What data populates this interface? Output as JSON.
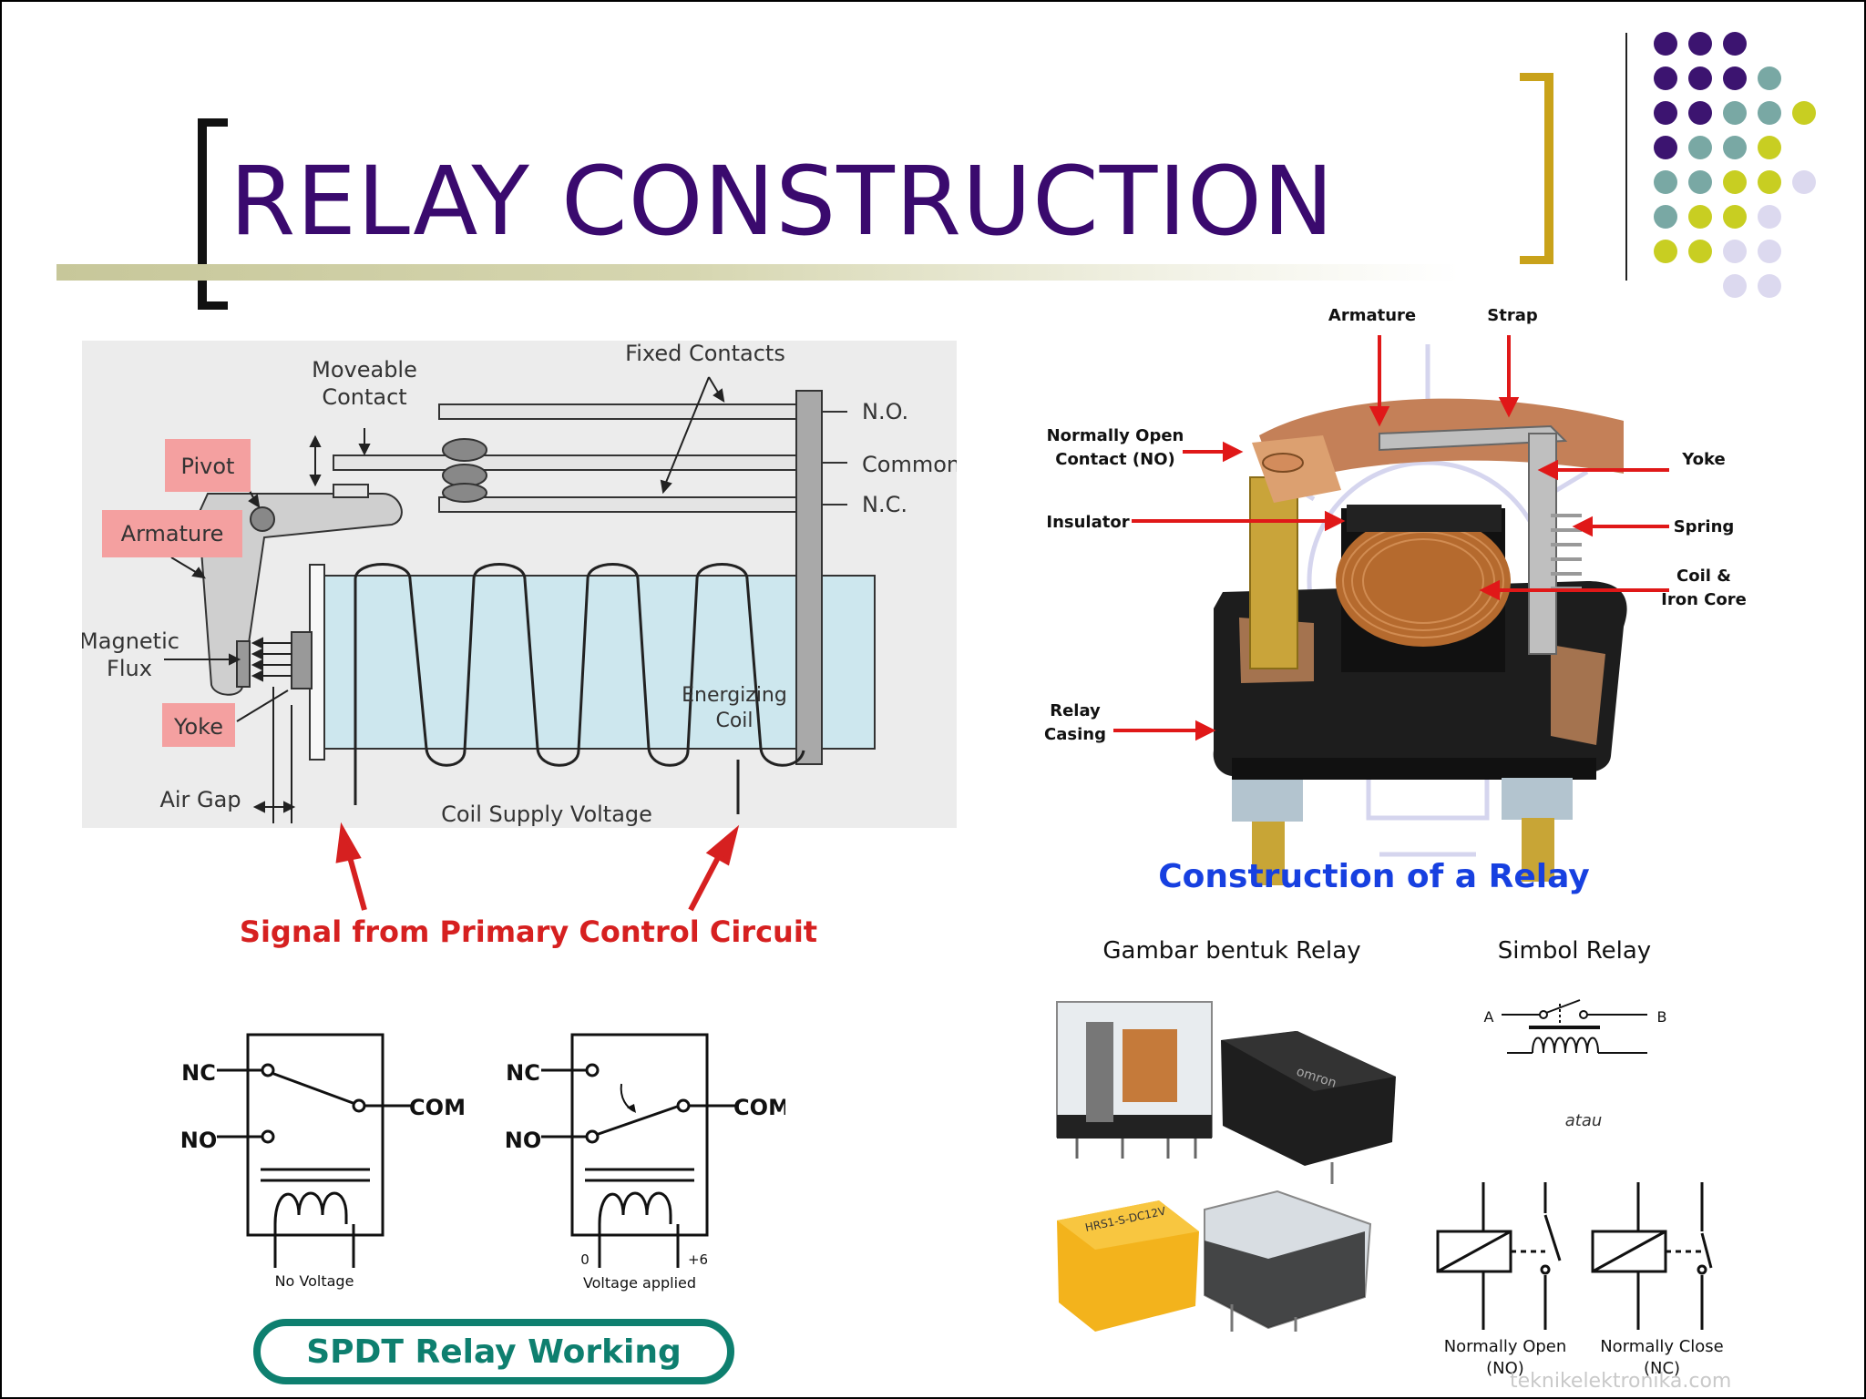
{
  "slide": {
    "title": "RELAY CONSTRUCTION",
    "colors": {
      "title": "#3a0a6e",
      "bracket_left": "#111111",
      "bracket_right": "#c9a21a",
      "purple": "#3c1470",
      "teal": "#79a8a4",
      "yellow": "#c8ce22",
      "lavender": "#dcd9ef"
    }
  },
  "diagram_main": {
    "labels": {
      "moveable_contact_1": "Moveable",
      "moveable_contact_2": "Contact",
      "fixed_contacts": "Fixed Contacts",
      "no": "N.O.",
      "common": "Common",
      "nc": "N.C.",
      "pivot": "Pivot",
      "armature": "Armature",
      "magnetic_flux_1": "Magnetic",
      "magnetic_flux_2": "Flux",
      "yoke": "Yoke",
      "energizing_coil_1": "Energizing",
      "energizing_coil_2": "Coil",
      "air_gap": "Air Gap",
      "coil_supply_voltage": "Coil Supply Voltage",
      "signal": "Signal from Primary Control Circuit"
    }
  },
  "diagram_photo": {
    "labels": {
      "armature": "Armature",
      "strap": "Strap",
      "no_contact_1": "Normally Open",
      "no_contact_2": "Contact (NO)",
      "insulator": "Insulator",
      "yoke": "Yoke",
      "spring": "Spring",
      "coil_1": "Coil &",
      "coil_2": "Iron Core",
      "casing_1": "Relay",
      "casing_2": "Casing"
    },
    "caption": "Construction of a Relay"
  },
  "spdt": {
    "left": {
      "nc": "NC",
      "no": "NO",
      "com": "COM",
      "caption": "No Voltage"
    },
    "right": {
      "nc": "NC",
      "no": "NO",
      "com": "COM",
      "zero": "0",
      "plus": "+6",
      "caption": "Voltage applied"
    },
    "banner": "SPDT Relay Working"
  },
  "relay_forms": {
    "heading": "Gambar bentuk Relay",
    "photos": [
      {
        "icon": "clear-relay-icon"
      },
      {
        "icon": "black-relay-icon",
        "printed": "omron"
      },
      {
        "icon": "yellow-relay-icon",
        "printed": "HRS1-S-DC12V"
      },
      {
        "icon": "clear-socket-relay-icon"
      }
    ]
  },
  "symbols": {
    "heading": "Simbol Relay",
    "a": "A",
    "b": "B",
    "atau": "atau",
    "normally_open_1": "Normally Open",
    "normally_open_2": "(NO)",
    "normally_close_1": "Normally  Close",
    "normally_close_2": "(NC)"
  },
  "watermark": "teknikelektronika.com"
}
